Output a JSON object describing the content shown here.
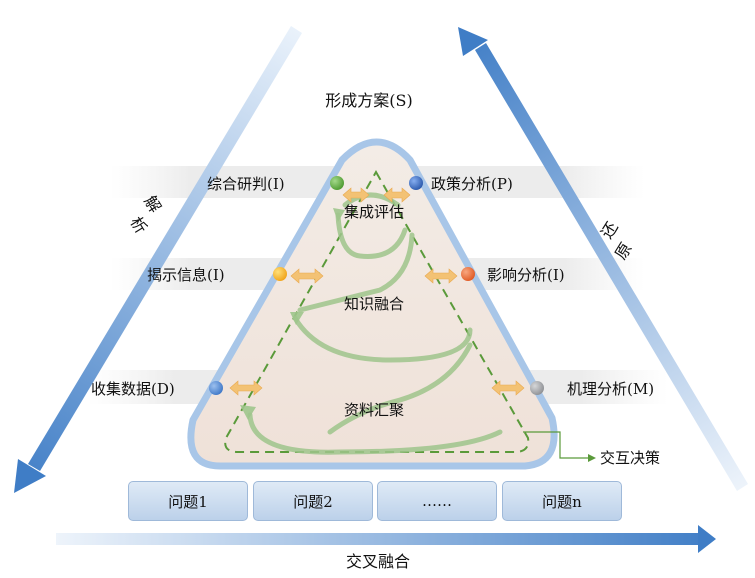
{
  "top_label": "形成方案(S)",
  "left_arrow_label": [
    "解",
    "析"
  ],
  "right_arrow_label": [
    "还",
    "原"
  ],
  "left_steps": [
    "综合研判(I)",
    "揭示信息(I)",
    "收集数据(D)"
  ],
  "right_steps": [
    "政策分析(P)",
    "影响分析(I)",
    "机理分析(M)"
  ],
  "inner_layers": [
    "集成评估",
    "知识融合",
    "资料汇聚"
  ],
  "callout": "交互决策",
  "problems": [
    "问题1",
    "问题2",
    "……",
    "问题n"
  ],
  "bottom_label": "交叉融合",
  "colors": {
    "node_green": "#6db04c",
    "node_blue": "#3d6fc4",
    "node_yellow": "#f6b522",
    "node_orange": "#ec7440",
    "node_gray": "#a7a9ad",
    "arrow_blue": "#5b8fcc",
    "dashed_green": "#5a9a3a"
  }
}
